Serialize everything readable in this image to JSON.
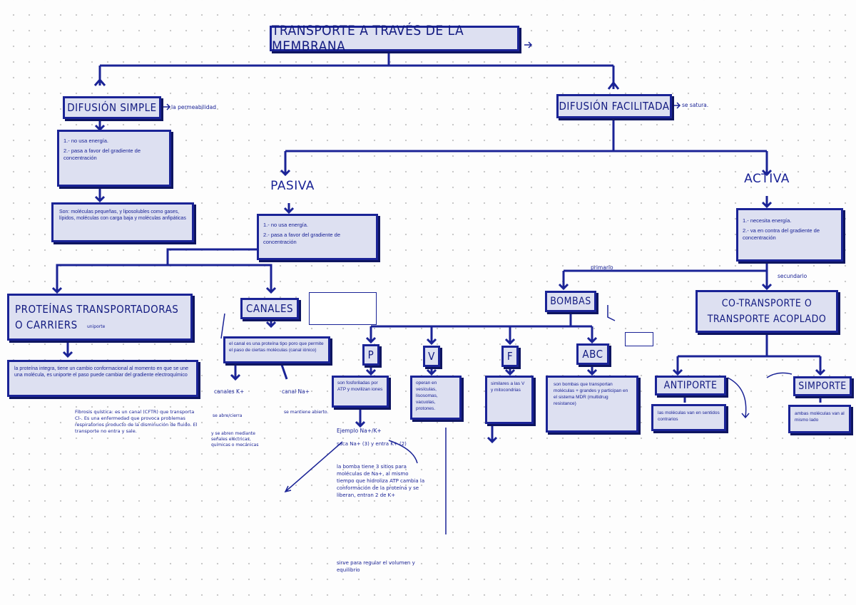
{
  "title": "TRANSPORTE A TRAVÉS DE LA MEMBRANA",
  "title_note": "",
  "simple": {
    "label": "DIFUSIÓN SIMPLE",
    "side": "la permeabilidad",
    "points": [
      "1.- no usa energía.",
      "2.- pasa a favor del gradiente de concentración"
    ],
    "sus": "Son: moléculas pequeñas, y liposolubles como gases, lípidos, moléculas con carga baja y moléculas anfipáticas"
  },
  "facilitada": {
    "label": "DIFUSIÓN FACILITADA",
    "side": "se satura."
  },
  "pasiva": {
    "label": "PASIVA",
    "points": [
      "1.- no usa energía.",
      "2.- pasa a favor del gradiente de concentración"
    ]
  },
  "activa": {
    "label": "ACTIVA",
    "points": [
      "1.- necesita energía.",
      "2.- va en contra del gradiente de concentración"
    ]
  },
  "proteinas": {
    "label_line1": "PROTEÍNAS TRANSPORTADORAS",
    "label_line2": "O CARRIERS",
    "side": "uniporte",
    "desc": "la proteína integra, tiene un cambio conformacional al momento en que se une una molécula, es uniporte el paso puede cambiar del gradiente electroquímico",
    "note": "Fibrosis quística: es un canal (CFTR) que transporta Cl-. Es una enfermedad que provoca problemas respiratorios producto de la disminución de fluido. El transporte no entra y sale."
  },
  "canales": {
    "label": "CANALES",
    "rot_note": "",
    "desc": "el canal es una proteína tipo poro que permite el paso de ciertas moléculas (canal iónico)",
    "left_label": "canales K+",
    "left_sub": "se abre/cierra",
    "left_more": "y se abren mediante señales eléctricas, químicas o mecánicas",
    "right_label": "canal Na+",
    "right_sub": "se mantiene abierto."
  },
  "bombas": {
    "label": "BOMBAS",
    "primario": "primario",
    "side_a": "",
    "side_b": "",
    "box_note": "",
    "box_text": "son bombas que transportan moléculas + grandes y participan en el sistema MDR (multidrug resistance)",
    "note_below": ""
  },
  "cotrans": {
    "label_line1": "CO-TRANSPORTE O",
    "label_line2": "TRANSPORTE ACOPLADO",
    "secundario": "secundario",
    "side": ""
  },
  "antiporte": {
    "label": "ANTIPORTE",
    "text": "las moléculas van en sentidos contrarios",
    "side": ""
  },
  "simporte": {
    "label": "SIMPORTE",
    "text": "ambas moléculas van al mismo lado"
  },
  "ejemplo_label": "",
  "types": {
    "p": {
      "label": "P",
      "text": "son fosforiladas por ATP y movilizan iones",
      "aside": "",
      "extra": ""
    },
    "v": {
      "label": "V",
      "text": "operan en vesículas, lisosomas, vacuolas, protones.",
      "aside": ""
    },
    "f": {
      "label": "F",
      "text": "similares a las V y mitocondrias",
      "aside": "",
      "bottom": ""
    },
    "abc": {
      "label": "ABC"
    }
  },
  "canal_note": "",
  "ca_note": "",
  "ejemplo": {
    "head": "Ejemplo Na+/K+",
    "lines": [
      "saca Na+ (3) y entra K+ (2)",
      "la bomba tiene 3 sitios para moléculas de Na+, al mismo tiempo que hidroliza ATP cambia la conformación de la proteína y se liberan, entran 2 de K+",
      "sirve para regular el volumen y equilibrio"
    ],
    "left_note": ""
  },
  "mito_note": ""
}
